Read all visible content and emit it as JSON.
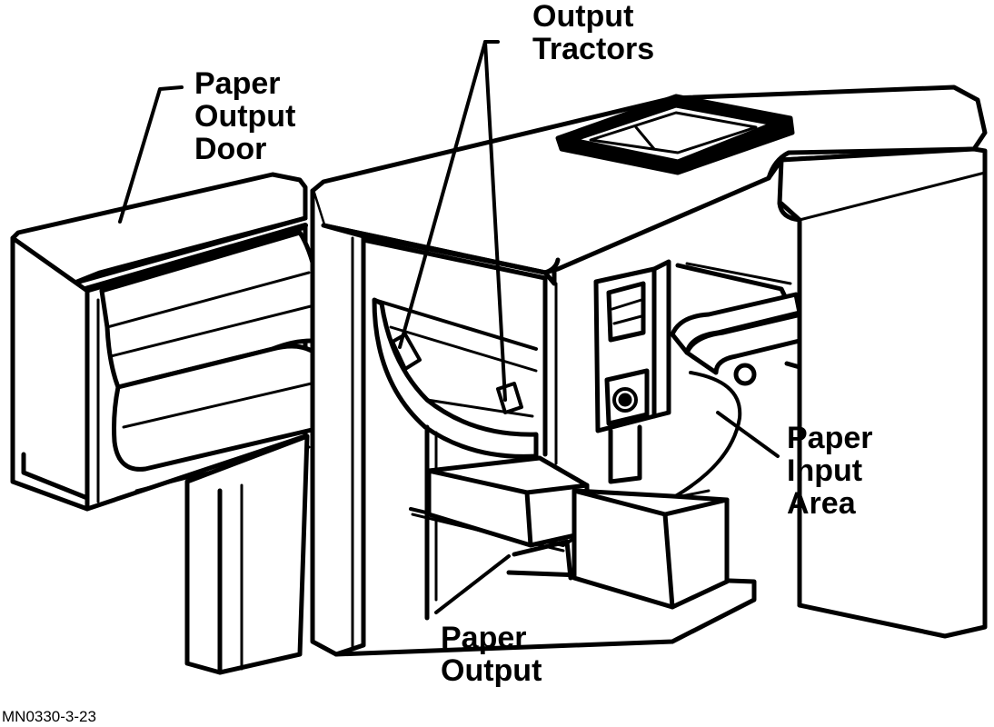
{
  "labels": {
    "paper_output_door": [
      "Paper",
      "Output",
      "Door"
    ],
    "output_tractors": [
      "Output",
      "Tractors"
    ],
    "paper_input_area": [
      "Paper",
      "Input",
      "Area"
    ],
    "paper_output": [
      "Paper",
      "Output"
    ]
  },
  "figure_id": "MN0330-3-23",
  "colors": {
    "ink": "#000000",
    "background": "#ffffff"
  }
}
